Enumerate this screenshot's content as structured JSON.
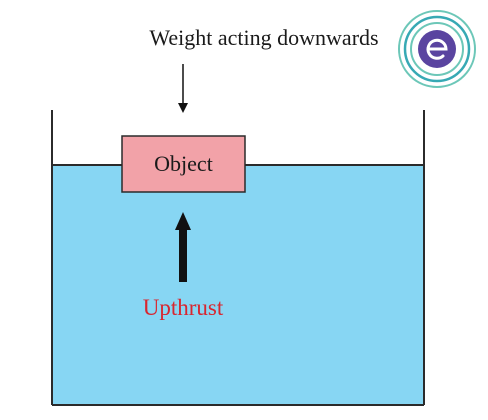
{
  "diagram": {
    "labels": {
      "weight": "Weight acting downwards",
      "object": "Object",
      "upthrust": "Upthrust"
    },
    "colors": {
      "water": "#87d6f3",
      "container_outline": "#2b2b2b",
      "object_fill": "#f2a2a8",
      "object_stroke": "#2b2b2b",
      "arrow": "#111111",
      "upthrust_text": "#d8262f",
      "logo_ring": "#37a9b4",
      "logo_ring_alt": "#6cc7b8",
      "logo_center": "#5a44a0"
    },
    "icons": {
      "logo": "e-spiral-logo",
      "weight_arrow": "down-arrow-icon",
      "upthrust_arrow": "up-arrow-icon"
    }
  }
}
